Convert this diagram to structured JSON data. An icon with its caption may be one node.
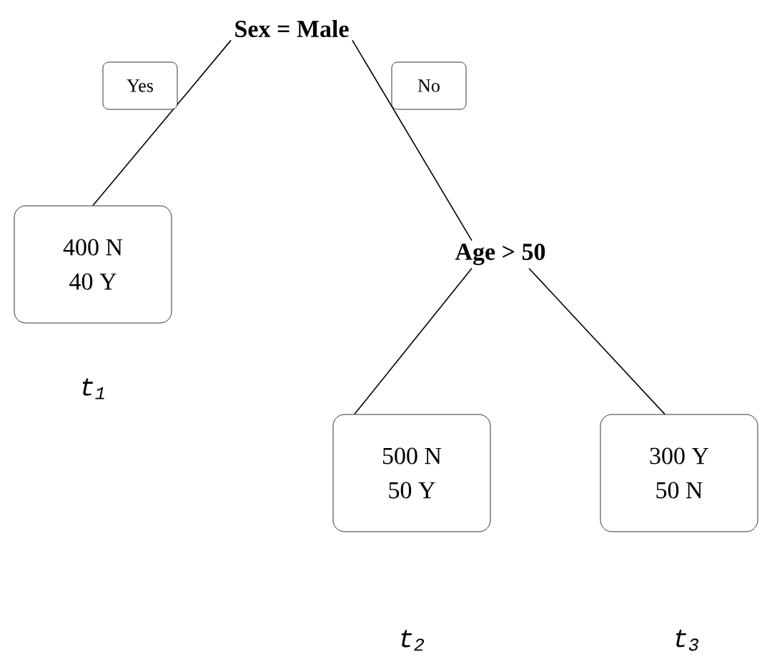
{
  "diagram": {
    "nodes": [
      {
        "text": [
          "Sex = Male"
        ]
      },
      {
        "text": [
          "400  N",
          "40  Y"
        ],
        "beside": [
          "t$_{1}$"
        ]
      },
      {
        "text": [
          "Age > 50"
        ]
      },
      {
        "text": [
          "500  N",
          "50  Y"
        ],
        "beside": [
          "t$_{2}$"
        ]
      },
      {
        "text": [
          "300  Y",
          "50  N"
        ],
        "beside": [
          "t$_{3}$"
        ]
      }
    ],
    "edges": [
      {
        "from": 0,
        "to": 1,
        "arrow": "none",
        "label": "Yes"
      },
      {
        "from": 0,
        "to": 2,
        "arrow": "none",
        "label": "No"
      },
      {
        "from": 2,
        "to": 3,
        "arrow": "none"
      },
      {
        "from": 2,
        "to": 4,
        "arrow": "none"
      }
    ]
  }
}
